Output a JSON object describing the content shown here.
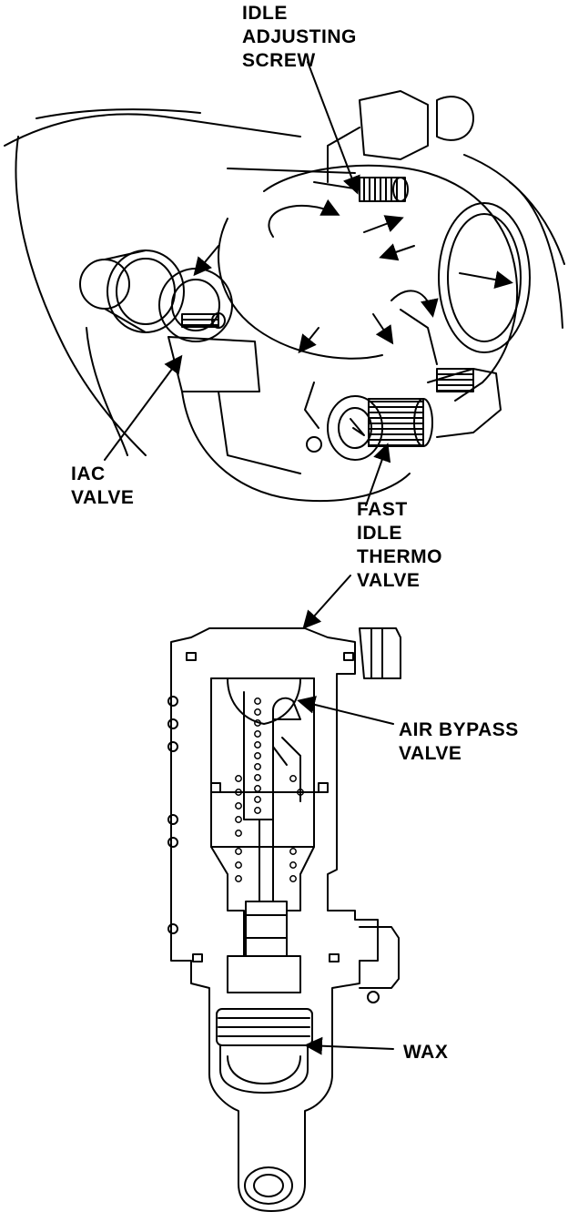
{
  "labels": {
    "idle_adjusting_screw": [
      "IDLE",
      "ADJUSTING",
      "SCREW"
    ],
    "iac_valve": [
      "IAC",
      "VALVE"
    ],
    "fast_idle_thermo_valve": [
      "FAST",
      "IDLE",
      "THERMO",
      "VALVE"
    ],
    "air_bypass_valve": [
      "AIR BYPASS",
      "VALVE"
    ],
    "wax": [
      "WAX"
    ]
  },
  "colors": {
    "ink": "#000000",
    "paper": "#ffffff"
  }
}
